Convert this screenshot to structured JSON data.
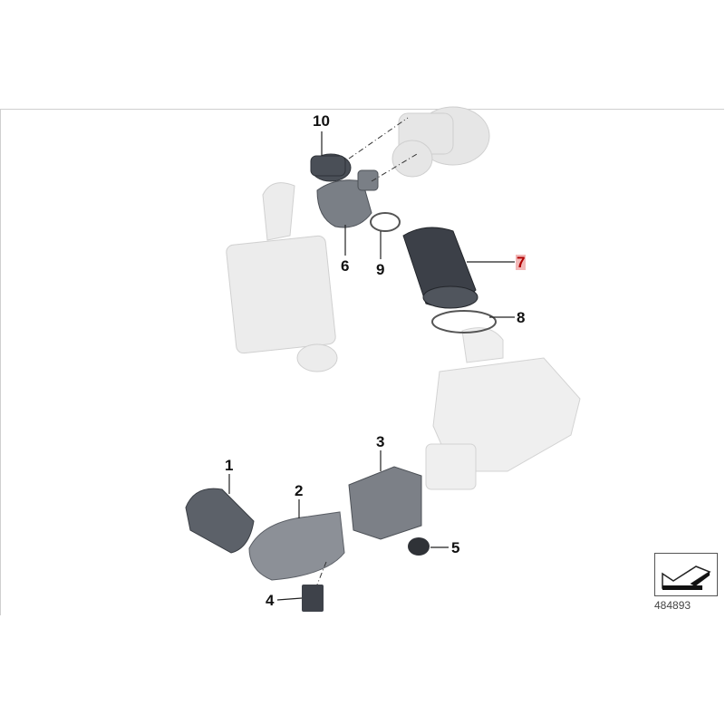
{
  "diagram": {
    "image_number": "484893",
    "callouts": [
      {
        "id": "10",
        "label": "10"
      },
      {
        "id": "6",
        "label": "6"
      },
      {
        "id": "9",
        "label": "9"
      },
      {
        "id": "7",
        "label": "7",
        "highlighted": true
      },
      {
        "id": "8",
        "label": "8"
      },
      {
        "id": "3",
        "label": "3"
      },
      {
        "id": "2",
        "label": "2"
      },
      {
        "id": "1",
        "label": "1"
      },
      {
        "id": "5",
        "label": "5"
      },
      {
        "id": "4",
        "label": "4"
      }
    ],
    "highlight_color": "#f2b8b8",
    "nav_icon": "arrow-return-icon"
  }
}
